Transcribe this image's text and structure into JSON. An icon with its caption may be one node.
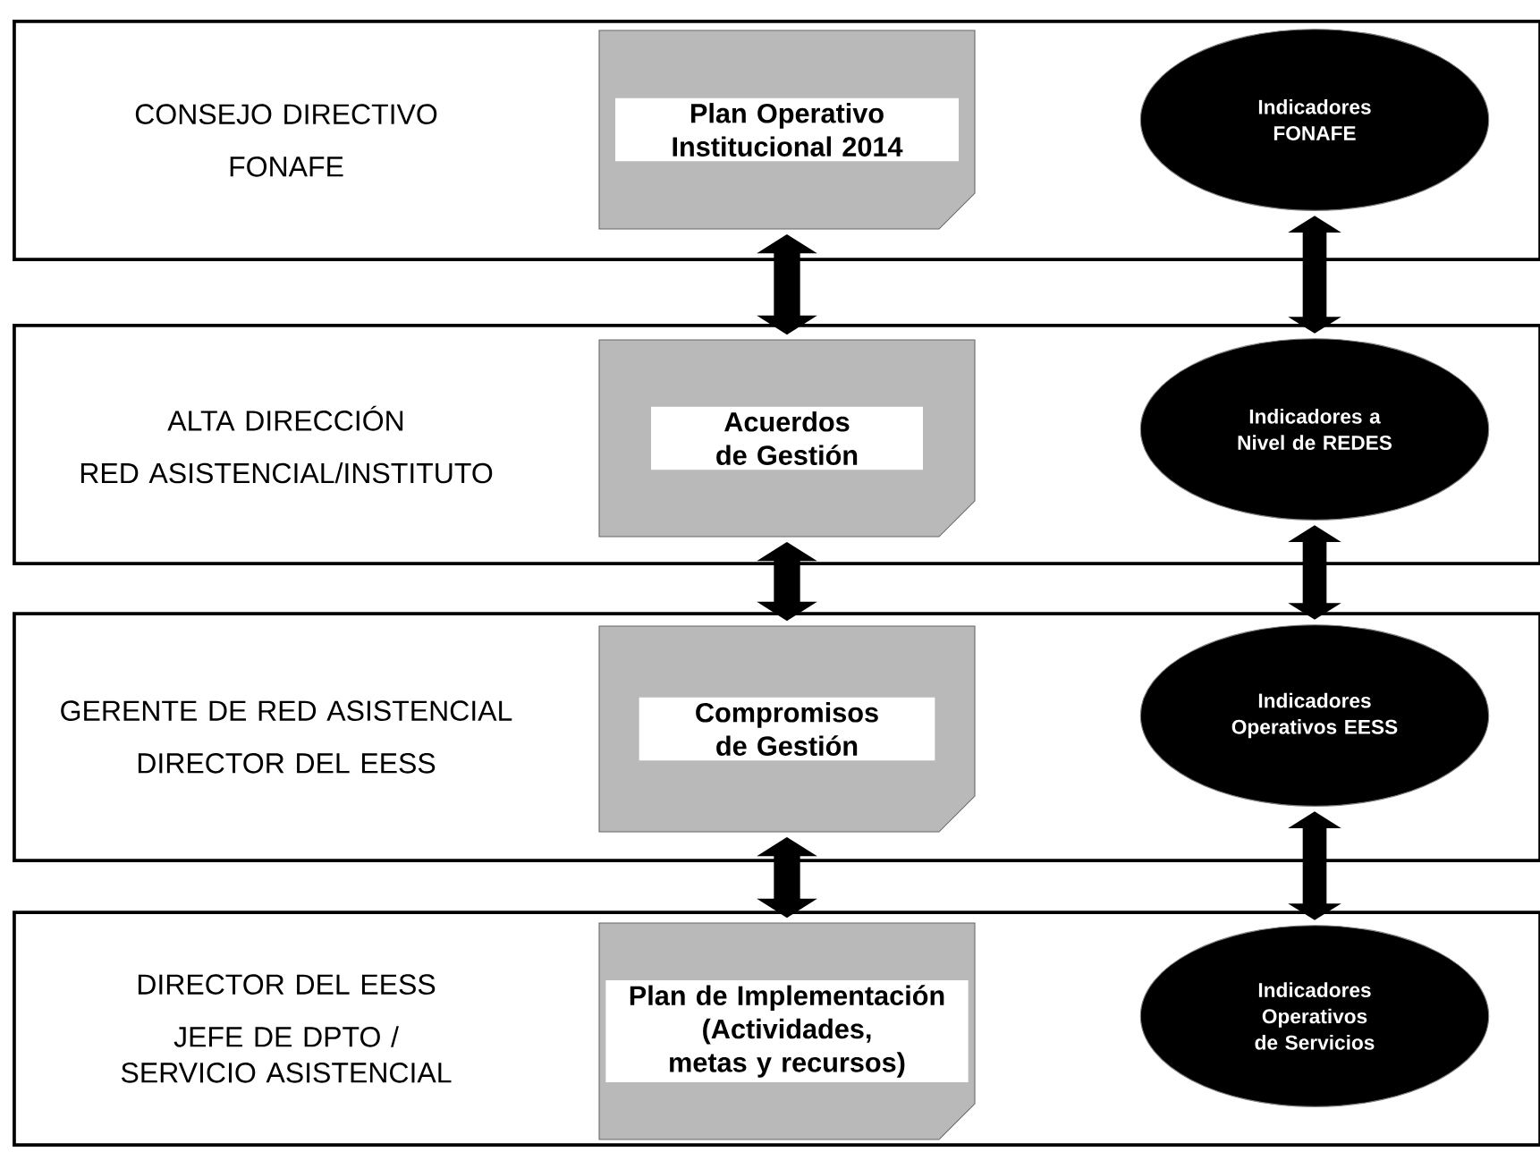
{
  "diagram": {
    "nodes": [
      {
        "text": [
          "CONSEJO DIRECTIVO",
          "FONAFE"
        ]
      },
      {
        "text": [
          "Plan Operativo Institucional 2014"
        ],
        "in": 0
      },
      {
        "text": [
          "Indicadores FONAFE"
        ],
        "in": 0
      },
      {
        "text": [
          "ALTA DIRECCIÓN",
          "RED ASISTENCIAL/INSTITUTO"
        ]
      },
      {
        "text": [
          "Acuerdos de Gestión"
        ],
        "in": 3
      },
      {
        "text": [
          "Indicadores a Nivel de REDES"
        ],
        "in": 3
      },
      {
        "text": [
          "GERENTE DE RED ASISTENCIAL",
          "DIRECTOR DEL EESS"
        ]
      },
      {
        "text": [
          "Compromisos de Gestión"
        ],
        "in": 6
      },
      {
        "text": [
          "Indicadores Operativos EESS"
        ],
        "in": 6
      },
      {
        "text": [
          "DIRECTOR DEL EESS",
          "JEFE DE DPTO / SERVICIO ASISTENCIAL"
        ]
      },
      {
        "text": [
          "Plan de Implementación (Actividades, metas y recursos)"
        ],
        "in": 9
      },
      {
        "text": [
          "Indicadores Operativos de Servicios"
        ],
        "in": 9
      }
    ],
    "edges": [
      {
        "from": 1,
        "to": 4,
        "arrow": "both"
      },
      {
        "from": 4,
        "to": 7,
        "arrow": "both"
      },
      {
        "from": 7,
        "to": 10,
        "arrow": "both"
      },
      {
        "from": 2,
        "to": 5,
        "arrow": "both"
      },
      {
        "from": 5,
        "to": 8,
        "arrow": "both"
      },
      {
        "from": 8,
        "to": 11,
        "arrow": "both"
      }
    ]
  }
}
